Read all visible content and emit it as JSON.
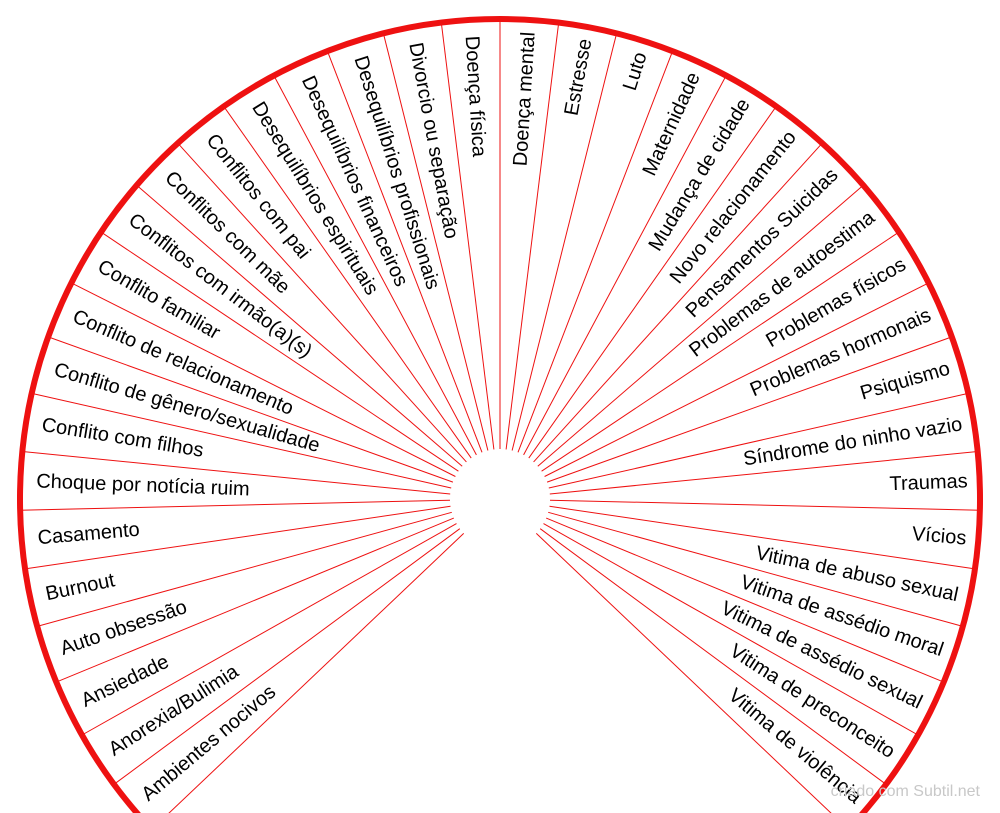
{
  "chart_data": {
    "type": "radial-sectors",
    "sectors_left_to_right": [
      "Ambientes nocivos",
      "Anorexia/Bulimia",
      "Ansiedade",
      "Auto obsessão",
      "Burnout",
      "Casamento",
      "Choque por notícia ruim",
      "Conflito com filhos",
      "Conflito de gênero/sexualidade",
      "Conflito de relacionamento",
      "Conflito familiar",
      "Conflitos com irmão(a)(s)",
      "Conflitos com mãe",
      "Conflitos com pai",
      "Desequilíbrios espirituais",
      "Desequilíbrios financeiros",
      "Desequilíbrios profissionais",
      "Divorcio ou separação",
      "Doença física",
      "Doença mental",
      "Estresse",
      "Luto",
      "Maternidade",
      "Mudança de cidade",
      "Novo relacionamento",
      "Pensamentos Suicidas",
      "Problemas de autoestima",
      "Problemas físicos",
      "Problemas hormonais",
      "Psiquismo",
      "Síndrome do ninho vazio",
      "Traumas",
      "Vícios",
      "Vitima de abuso sexual",
      "Vitima de assédio moral",
      "Vitima de assédio sexual",
      "Vitima de preconceito",
      "Vitima de violência"
    ]
  },
  "colors": {
    "accent": "#ee1111",
    "text": "#000000",
    "credit": "#c8c8c8"
  },
  "credit": "criado com Subtil.net"
}
